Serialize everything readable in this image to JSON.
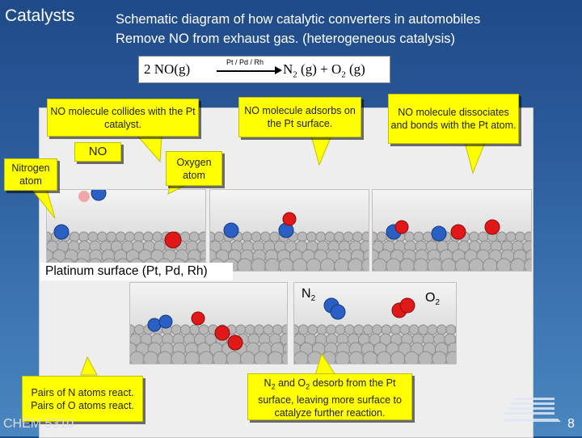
{
  "title": "Catalysts",
  "subtitle_line1": "Schematic  diagram of how catalytic converters in automobiles",
  "subtitle_line2": "Remove NO from exhaust gas. (heterogeneous catalysis)",
  "equation": {
    "lhs_coef": "2",
    "lhs": "NO(g)",
    "catalyst": "Pt / Pd / Rh",
    "rhs_n": "N",
    "rhs_n_sub": "2",
    "rhs_mid": "(g) + O",
    "rhs_o_sub": "2",
    "rhs_end": "(g)"
  },
  "callouts": {
    "collides": "NO molecule collides with the Pt catalyst.",
    "no_label": "NO",
    "nitrogen": "Nitrogen atom",
    "oxygen": "Oxygen atom",
    "adsorbs": "NO molecule adsorbs on the Pt surface.",
    "dissociates": "NO molecule dissociates and bonds with the Pt atom.",
    "pairs_n": "Pairs of N atoms react.",
    "pairs_o": "Pairs of O atoms react.",
    "desorb_1": "N",
    "desorb_1_sub": "2",
    "desorb_2": " and O",
    "desorb_2_sub": "2",
    "desorb_3": " desorb from the Pt surface, leaving more surface to catalyze further reaction."
  },
  "surface_label": "Platinum surface (Pt, Pd, Rh)",
  "photo_labels": {
    "n2": "N",
    "n2_sub": "2",
    "o2": "O",
    "o2_sub": "2"
  },
  "footer": {
    "course": "CHEM 5310",
    "page": "8"
  },
  "colors": {
    "callout": "#ffff00",
    "nitrogen": "#2a5fc4",
    "oxygen": "#e01818",
    "platinum": "#b8b8b8"
  }
}
